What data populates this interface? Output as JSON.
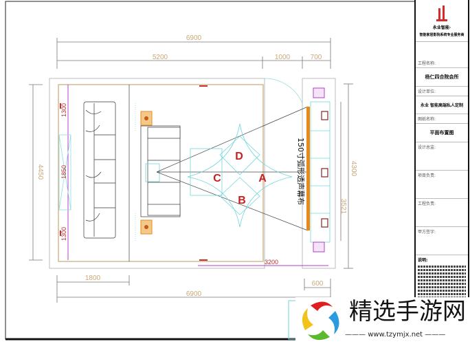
{
  "drawing": {
    "dimensions_top": {
      "overall": "6900",
      "seg1": "5200",
      "seg2": "1000",
      "seg3": "700"
    },
    "dimensions_left": {
      "overall": "4450",
      "seg1": "1300",
      "seg2": "1850",
      "seg3": "1300"
    },
    "dimensions_right": {
      "overall": "4300",
      "inner": "3521"
    },
    "dimensions_bottom": {
      "seg1": "1800",
      "overall": "6900",
      "right": "600",
      "inner": "3200"
    },
    "zones": [
      "A",
      "B",
      "C",
      "D"
    ],
    "screen_label": "150寸弧形透声幕布",
    "colors": {
      "screen": "#e8891a",
      "zone_label": "#c81e1e",
      "cyan": "#6fd6dc",
      "magenta": "#b23fc8",
      "dimension": "#c9a877"
    }
  },
  "title_block": {
    "brand": "永业智能·",
    "tagline": "智能家居影院系统专业服务商",
    "project_name_label": "工程名称:",
    "project_name": "杨仁四合院会所",
    "designer_label": "设计单位:",
    "designer": "永业 智能高端私人定制",
    "drawing_name_label": "图纸名称:",
    "drawing_name": "平面布置图",
    "design_director_label": "设计总监:",
    "project_lead_label": "项目负责:",
    "engineering_lead_label": "工程负责:",
    "client_sign_label": "甲方签字:",
    "notes_label": "说明:"
  },
  "watermark": {
    "title": "精选手游网",
    "url": "www.tzymjx.net"
  }
}
